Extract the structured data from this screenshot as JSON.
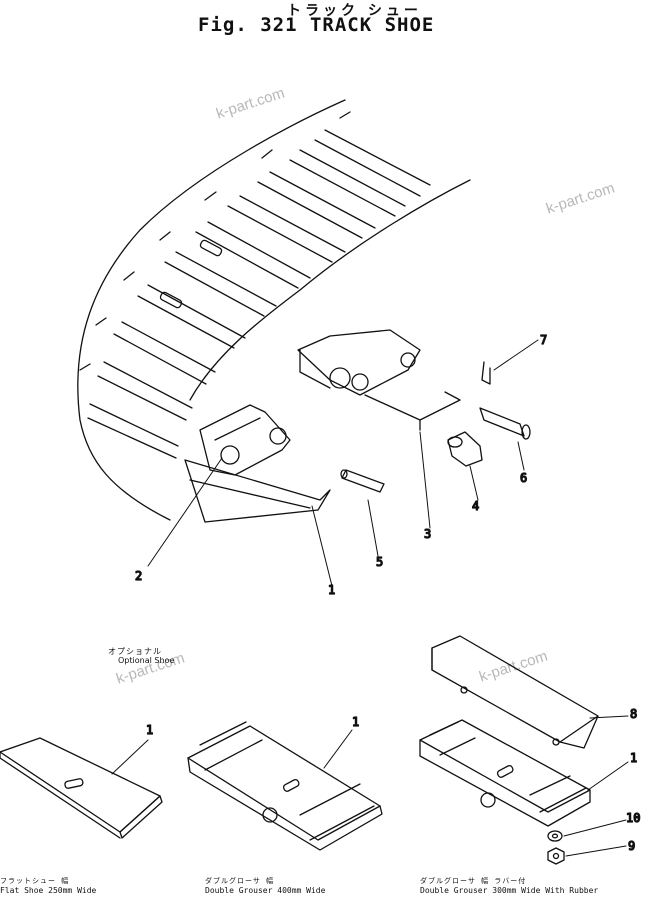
{
  "title": {
    "japanese": "トラック シュー",
    "english": "Fig. 321 TRACK SHOE"
  },
  "watermark": "k-part.com",
  "optional_label": {
    "japanese": "オプショナル",
    "english": "Optional Shoe"
  },
  "callouts": {
    "c1": "1",
    "c2": "2",
    "c3": "3",
    "c4": "4",
    "c5": "5",
    "c6": "6",
    "c7": "7",
    "c8": "8",
    "c9": "9",
    "c10": "10"
  },
  "captions": {
    "flat": {
      "jp": "フラットシュー     幅",
      "en": "Flat Shoe 250mm Wide"
    },
    "double400": {
      "jp": "ダブルグローサ           幅",
      "en": "Double Grouser 400mm Wide"
    },
    "double300": {
      "jp": "ダブルグローサ        幅   ラバー付",
      "en": "Double Grouser 300mm Wide With Rubber"
    }
  }
}
